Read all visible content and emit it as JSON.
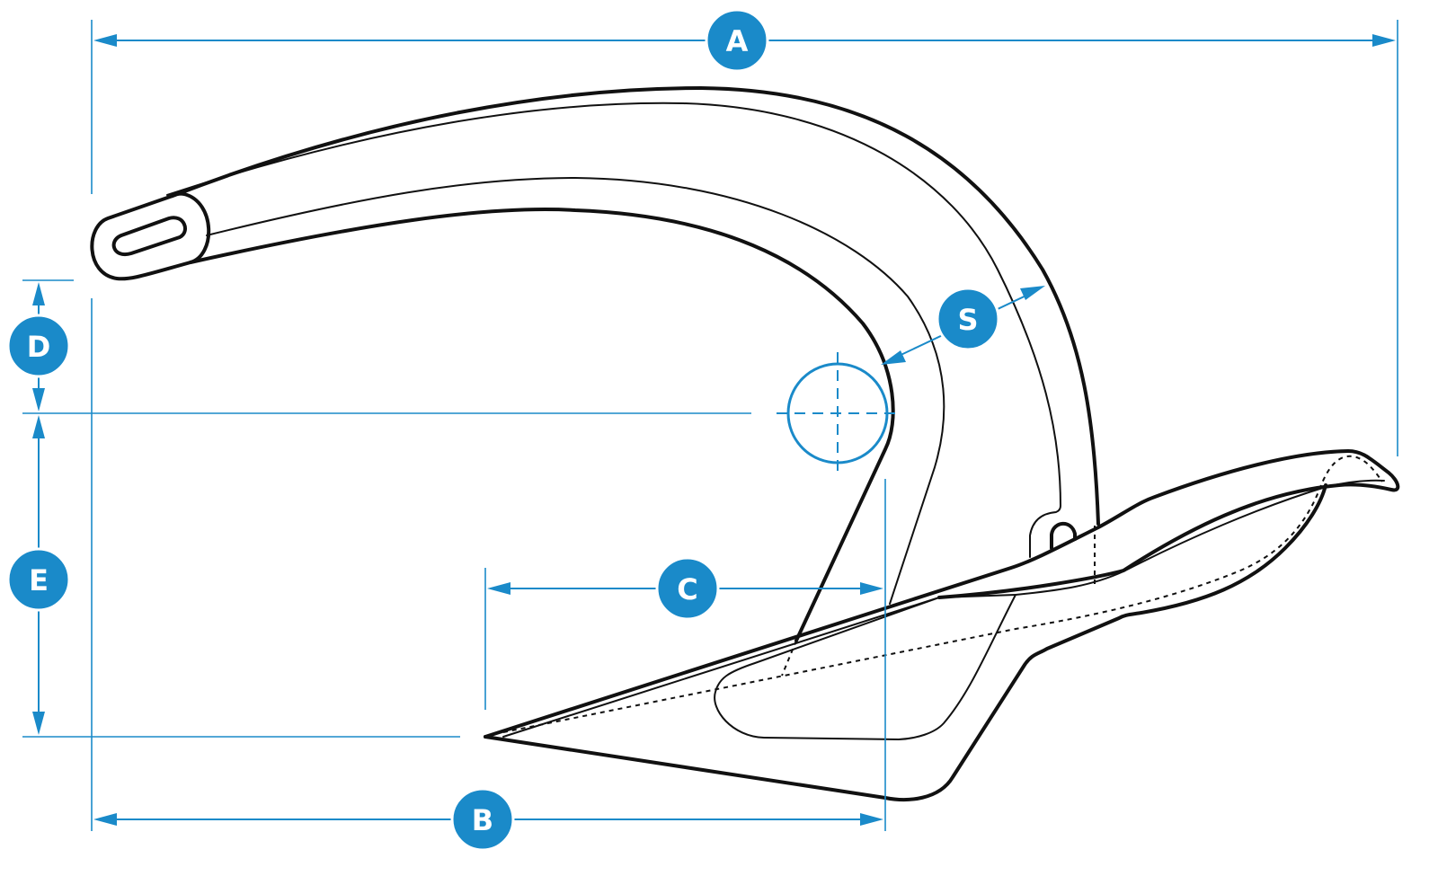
{
  "diagram": {
    "accent_color": "#1a8ac9",
    "line_color": "#111111",
    "dimensions": [
      {
        "key": "a",
        "label": "A"
      },
      {
        "key": "b",
        "label": "B"
      },
      {
        "key": "c",
        "label": "C"
      },
      {
        "key": "d",
        "label": "D"
      },
      {
        "key": "e",
        "label": "E"
      },
      {
        "key": "s",
        "label": "S"
      }
    ]
  }
}
